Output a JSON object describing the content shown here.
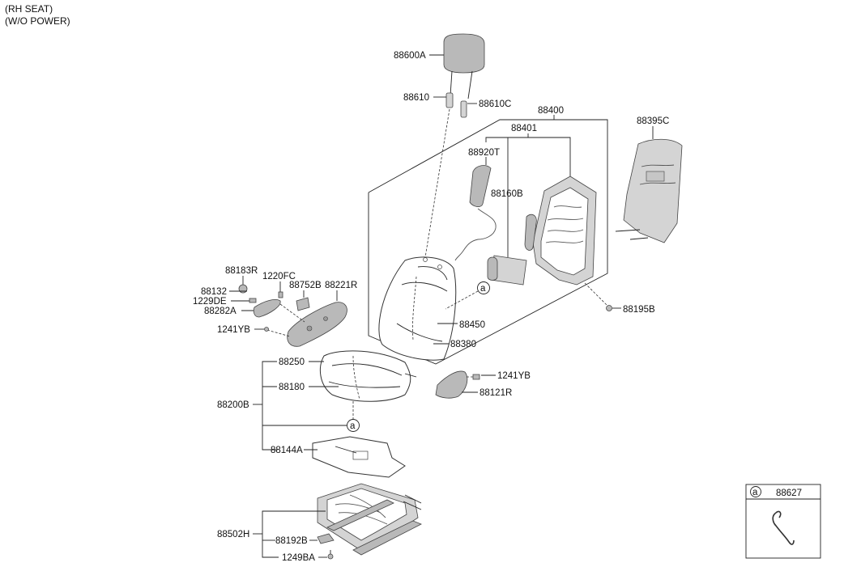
{
  "header": {
    "line1": "(RH SEAT)",
    "line2": "(W/O POWER)"
  },
  "labels": {
    "p88600A": "88600A",
    "p88610": "88610",
    "p88610C": "88610C",
    "p88400": "88400",
    "p88401": "88401",
    "p88920T": "88920T",
    "p88160B": "88160B",
    "p88395C": "88395C",
    "p88195B": "88195B",
    "p88450": "88450",
    "p88380": "88380",
    "p88183R": "88183R",
    "p1220FC": "1220FC",
    "p88132": "88132",
    "p88752B": "88752B",
    "p88221R": "88221R",
    "p1229DE": "1229DE",
    "p88282A": "88282A",
    "p1241YB_left": "1241YB",
    "p88250": "88250",
    "p88180": "88180",
    "p88200B": "88200B",
    "p1241YB_right": "1241YB",
    "p88121R": "88121R",
    "p88144A": "88144A",
    "p88502H": "88502H",
    "p88192B": "88192B",
    "p1249BA": "1249BA"
  },
  "callout": {
    "marker": "a",
    "part": "88627"
  }
}
